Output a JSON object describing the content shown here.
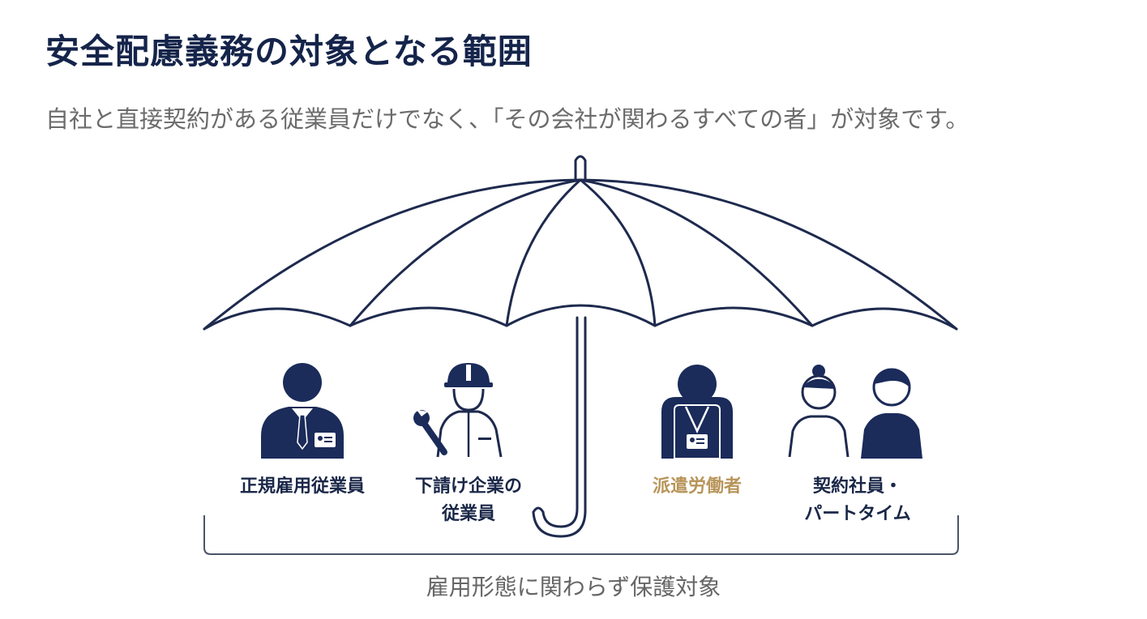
{
  "header": {
    "title": "安全配慮義務の対象となる範囲",
    "subtitle": "自社と直接契約がある従業員だけでなく、「その会社が関わるすべての者」が対象です。"
  },
  "groups": [
    {
      "lines": [
        "正規雇用従業員"
      ],
      "icon": "office-worker-icon"
    },
    {
      "lines": [
        "下請け企業の",
        "従業員"
      ],
      "icon": "construction-worker-icon"
    },
    {
      "lines": [
        "派遣労働者"
      ],
      "icon": "dispatched-worker-icon"
    },
    {
      "lines": [
        "契約社員・",
        "パートタイム"
      ],
      "icon": "part-time-workers-icon"
    }
  ],
  "footer": {
    "text": "雇用形態に関わらず保護対象"
  },
  "colors": {
    "navy": "#15244a",
    "icon_fill": "#1b2b5a",
    "accent_label": "#b8955a",
    "subtitle_gray": "#6b6b6b",
    "umbrella_stroke": "#1e2a4e"
  }
}
